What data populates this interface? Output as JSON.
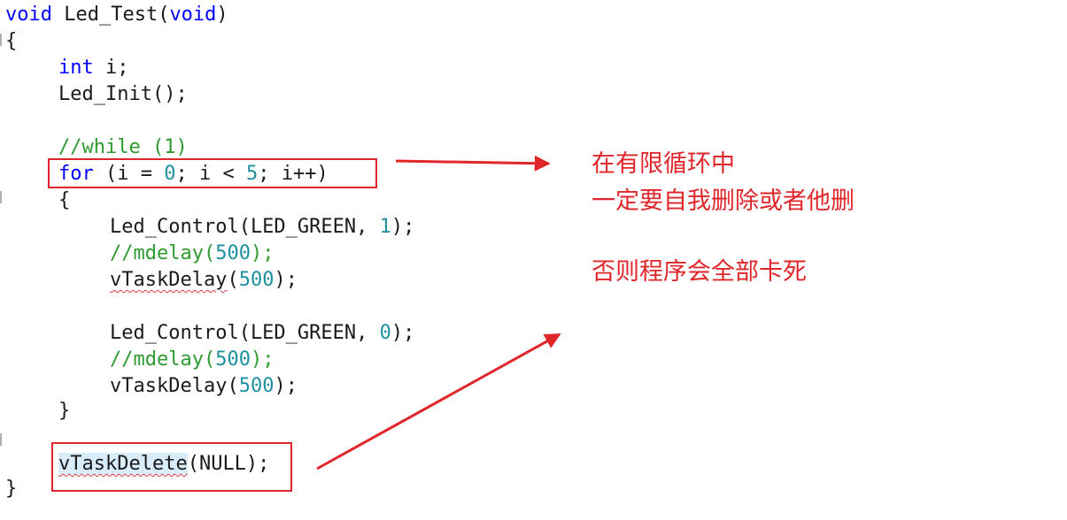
{
  "code": {
    "l1": {
      "kw1": "void",
      "name": " Led_Test(",
      "kw2": "void",
      "end": ")"
    },
    "l2": "{",
    "l3": {
      "kw": "int",
      "rest": " i;"
    },
    "l4": "Led_Init();",
    "l5": "//while (1)",
    "l6": {
      "kw": "for",
      "a": " (i = ",
      "n1": "0",
      "b": "; i < ",
      "n2": "5",
      "c": "; i++)"
    },
    "l7": "{",
    "l8": {
      "a": "Led_Control(LED_GREEN, ",
      "n": "1",
      "b": ");"
    },
    "l9": {
      "a": "//mdelay(",
      "n": "500",
      "b": ");"
    },
    "l10": {
      "fn": "vTaskDelay",
      "a": "(",
      "n": "500",
      "b": ");"
    },
    "l11": {
      "a": "Led_Control(LED_GREEN, ",
      "n": "0",
      "b": ");"
    },
    "l12": {
      "a": "//mdelay(",
      "n": "500",
      "b": ");"
    },
    "l13": {
      "fn": "vTaskDelay",
      "a": "(",
      "n": "500",
      "b": ");"
    },
    "l14": "}",
    "l15": {
      "fn": "vTaskDelete",
      "rest": "(NULL);"
    },
    "l16": "}"
  },
  "annotations": {
    "note1": "在有限循环中",
    "note2": "一定要自我删除或者他删",
    "note3": "否则程序会全部卡死"
  },
  "colors": {
    "keyword": "#0000ff",
    "number": "#1e90a0",
    "comment": "#2f9a2f",
    "annotation": "#e0262a"
  }
}
